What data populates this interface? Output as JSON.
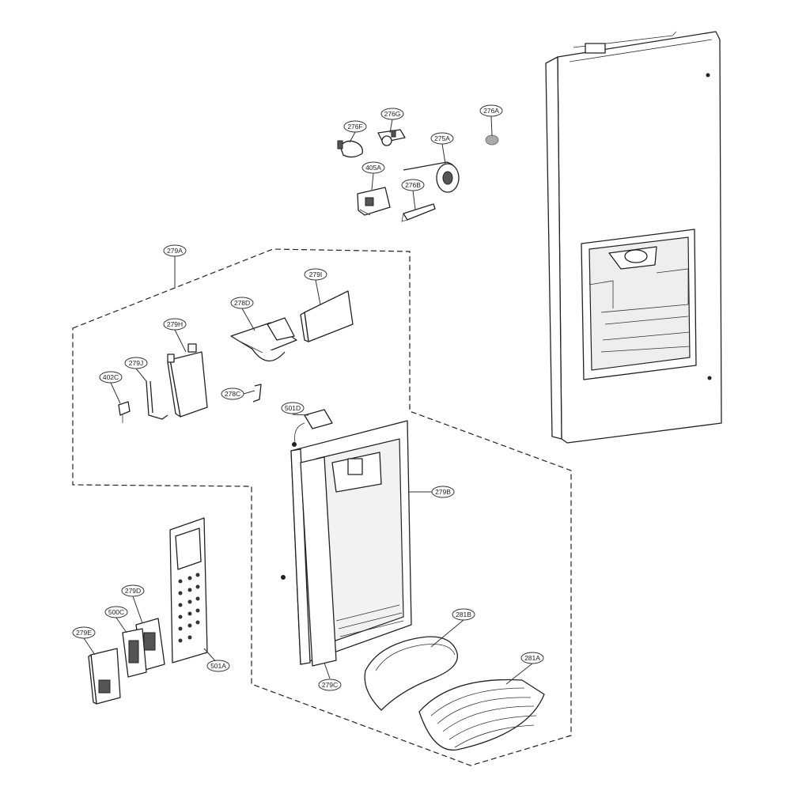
{
  "diagram": {
    "callouts": [
      {
        "id": "276F",
        "label": "276F"
      },
      {
        "id": "276G",
        "label": "276G"
      },
      {
        "id": "276A",
        "label": "276A"
      },
      {
        "id": "275A",
        "label": "275A"
      },
      {
        "id": "405A",
        "label": "405A"
      },
      {
        "id": "276B",
        "label": "276B"
      },
      {
        "id": "279A",
        "label": "279A"
      },
      {
        "id": "279I",
        "label": "279I"
      },
      {
        "id": "278D",
        "label": "278D"
      },
      {
        "id": "279H",
        "label": "279H"
      },
      {
        "id": "279J",
        "label": "279J"
      },
      {
        "id": "402C",
        "label": "402C"
      },
      {
        "id": "278C",
        "label": "278C"
      },
      {
        "id": "501D",
        "label": "501D"
      },
      {
        "id": "279B",
        "label": "279B"
      },
      {
        "id": "279D",
        "label": "279D"
      },
      {
        "id": "500C",
        "label": "500C"
      },
      {
        "id": "279E",
        "label": "279E"
      },
      {
        "id": "501A",
        "label": "501A"
      },
      {
        "id": "281B",
        "label": "281B"
      },
      {
        "id": "281A",
        "label": "281A"
      },
      {
        "id": "279C",
        "label": "279C"
      }
    ]
  }
}
